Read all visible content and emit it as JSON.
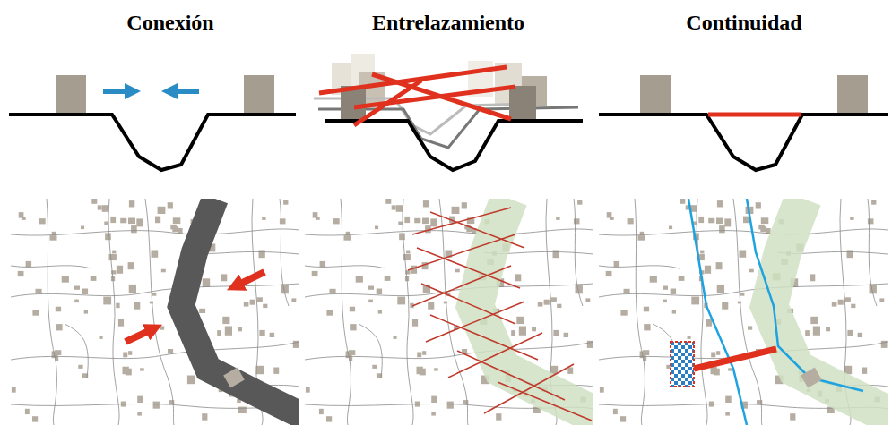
{
  "diagram": {
    "labels": [
      "Conexión",
      "Entrelazamiento",
      "Continuidad"
    ]
  }
}
